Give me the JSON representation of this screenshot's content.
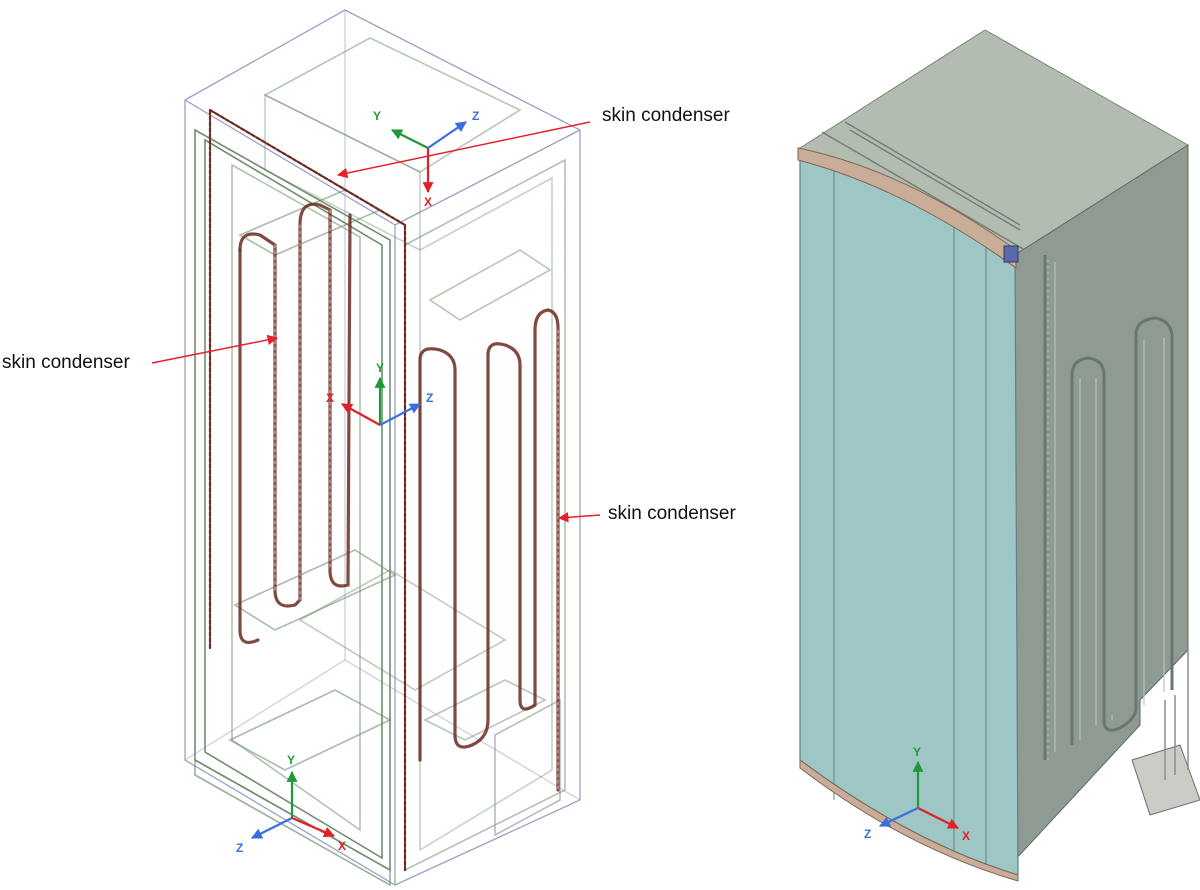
{
  "colors": {
    "condenser": "#6b2a20",
    "callout_arrow": "#e8202a",
    "wire_frame": "#6f8f6f",
    "wire_box": "#9aa0c8",
    "door": "#9ec6c4",
    "door_edge": "#5e8280",
    "cabinet_side": "#8e9a92",
    "cabinet_top": "#b3bcb1",
    "door_trim": "#c9ad98",
    "axis_x": "#e0202a",
    "axis_y": "#1f9a3a",
    "axis_z": "#3a6fe0"
  },
  "labels": {
    "top": "skin condenser",
    "left": "skin condenser",
    "right": "skin condenser"
  },
  "axes": {
    "x": "X",
    "y": "Y",
    "z": "Z"
  }
}
